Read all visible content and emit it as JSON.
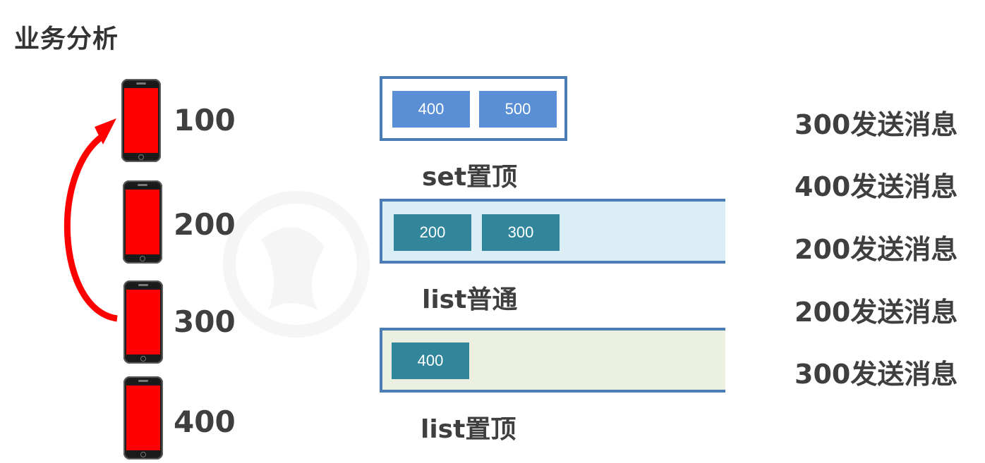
{
  "title": "业务分析",
  "phones": [
    {
      "label": "100"
    },
    {
      "label": "200"
    },
    {
      "label": "300"
    },
    {
      "label": "400"
    }
  ],
  "panels": {
    "set_top": {
      "label": "set置顶",
      "items": [
        "400",
        "500"
      ],
      "color": "#5b8fd5"
    },
    "list_normal": {
      "label": "list普通",
      "items": [
        "200",
        "300"
      ],
      "color": "#31869b",
      "background": "#dbeef5"
    },
    "list_top": {
      "label": "list置顶",
      "items": [
        "400"
      ],
      "color": "#31869b",
      "background": "#ebf0e1"
    }
  },
  "messages": [
    "300发送消息",
    "400发送消息",
    "200发送消息",
    "200发送消息",
    "300发送消息"
  ],
  "colors": {
    "arrow": "#ff0000",
    "panel_border": "#4a7db3"
  }
}
